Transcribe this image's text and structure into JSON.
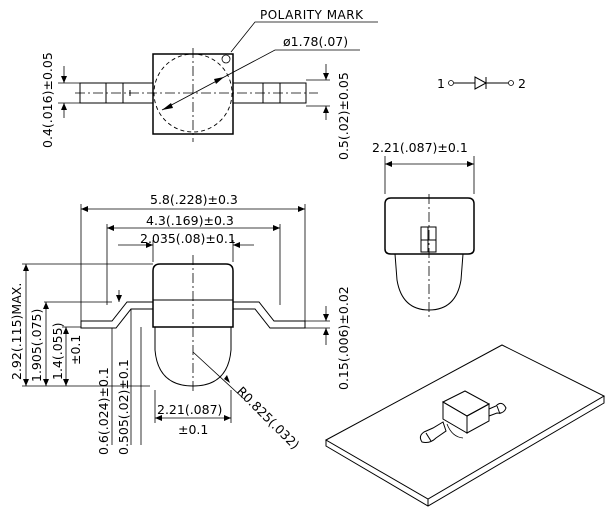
{
  "labels": {
    "polarity_mark": "POLARITY MARK",
    "lens_diameter": "ø1.78(.07)",
    "pad_height_left": "0.4(.016)±0.05",
    "pad_height_right": "0.5(.02)±0.05",
    "side_width": "2.21(.087)±0.1",
    "overall_length": "5.8(.228)±0.3",
    "lead_span": "4.3(.169)±0.3",
    "body_length": "2.035(.08)±0.1",
    "max_height": "2.92(.115)MAX.",
    "lens_height_a": "1.905(.075)",
    "lens_height_b": "1.4(.055)",
    "lens_height_b_tol": "±0.1",
    "lead_offset_a": "0.6(.024)±0.1",
    "lead_offset_b": "0.505(.02)±0.1",
    "lead_thickness": "0.15(.006)±0.02",
    "lens_width": "2.21(.087)",
    "lens_width_tol": "±0.1",
    "lens_radius": "R0.825(.032)",
    "pin_1": "1",
    "pin_2": "2"
  }
}
